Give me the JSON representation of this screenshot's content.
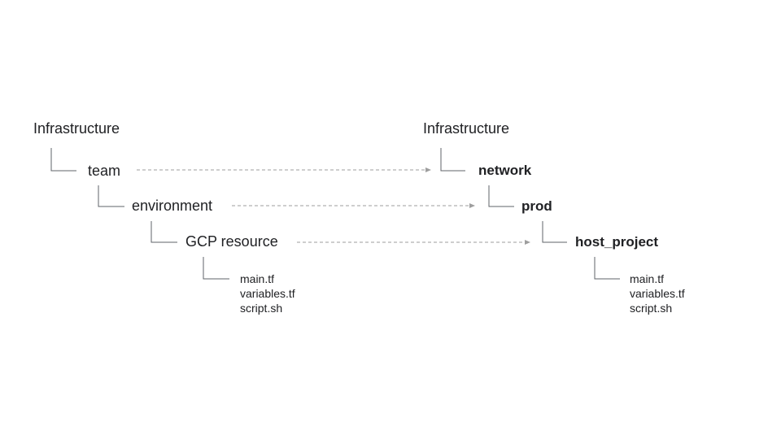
{
  "colors": {
    "text": "#202124",
    "connector": "#5f6368",
    "arrow": "#9e9e9e"
  },
  "left_tree": {
    "root": "Infrastructure",
    "level1": "team",
    "level2": "environment",
    "level3": "GCP resource",
    "files": [
      "main.tf",
      "variables.tf",
      "script.sh"
    ]
  },
  "right_tree": {
    "root": "Infrastructure",
    "level1": "network",
    "level2": "prod",
    "level3": "host_project",
    "files": [
      "main.tf",
      "variables.tf",
      "script.sh"
    ]
  }
}
